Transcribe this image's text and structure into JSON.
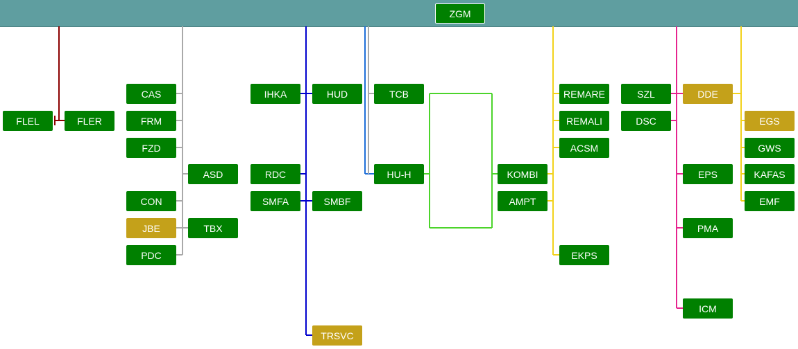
{
  "colors": {
    "header": "#5f9ea0",
    "node_green": "#008000",
    "node_gold": "#c4a11a",
    "dark_red": "#8b0000",
    "gray": "#a9a9a9",
    "blue": "#0000cd",
    "light_blue": "#1e6fd9",
    "lime": "#4cd42b",
    "yellow": "#f2d21b",
    "pink": "#e6248f"
  },
  "root": {
    "id": "zgm",
    "label": "ZGM",
    "color": "green"
  },
  "nodes": [
    {
      "id": "flel",
      "label": "FLEL",
      "color": "green"
    },
    {
      "id": "fler",
      "label": "FLER",
      "color": "green"
    },
    {
      "id": "cas",
      "label": "CAS",
      "color": "green"
    },
    {
      "id": "frm",
      "label": "FRM",
      "color": "green"
    },
    {
      "id": "fzd",
      "label": "FZD",
      "color": "green"
    },
    {
      "id": "con",
      "label": "CON",
      "color": "green"
    },
    {
      "id": "jbe",
      "label": "JBE",
      "color": "gold"
    },
    {
      "id": "pdc",
      "label": "PDC",
      "color": "green"
    },
    {
      "id": "asd",
      "label": "ASD",
      "color": "green"
    },
    {
      "id": "tbx",
      "label": "TBX",
      "color": "green"
    },
    {
      "id": "ihka",
      "label": "IHKA",
      "color": "green"
    },
    {
      "id": "rdc",
      "label": "RDC",
      "color": "green"
    },
    {
      "id": "smfa",
      "label": "SMFA",
      "color": "green"
    },
    {
      "id": "hud",
      "label": "HUD",
      "color": "green"
    },
    {
      "id": "smbf",
      "label": "SMBF",
      "color": "green"
    },
    {
      "id": "trsvc",
      "label": "TRSVC",
      "color": "gold"
    },
    {
      "id": "tcb",
      "label": "TCB",
      "color": "green"
    },
    {
      "id": "hu-h",
      "label": "HU-H",
      "color": "green"
    },
    {
      "id": "kombi",
      "label": "KOMBI",
      "color": "green"
    },
    {
      "id": "ampt",
      "label": "AMPT",
      "color": "green"
    },
    {
      "id": "remare",
      "label": "REMARE",
      "color": "green"
    },
    {
      "id": "remali",
      "label": "REMALI",
      "color": "green"
    },
    {
      "id": "acsm",
      "label": "ACSM",
      "color": "green"
    },
    {
      "id": "ekps",
      "label": "EKPS",
      "color": "green"
    },
    {
      "id": "szl",
      "label": "SZL",
      "color": "green"
    },
    {
      "id": "dsc",
      "label": "DSC",
      "color": "green"
    },
    {
      "id": "dde",
      "label": "DDE",
      "color": "gold"
    },
    {
      "id": "eps",
      "label": "EPS",
      "color": "green"
    },
    {
      "id": "pma",
      "label": "PMA",
      "color": "green"
    },
    {
      "id": "icm",
      "label": "ICM",
      "color": "green"
    },
    {
      "id": "egs",
      "label": "EGS",
      "color": "gold"
    },
    {
      "id": "gws",
      "label": "GWS",
      "color": "green"
    },
    {
      "id": "kafas",
      "label": "KAFAS",
      "color": "green"
    },
    {
      "id": "emf",
      "label": "EMF",
      "color": "green"
    }
  ],
  "buses": [
    {
      "id": "dark-red",
      "color": "dark_red",
      "from": "zgm",
      "to": [
        "fler"
      ]
    },
    {
      "id": "gray",
      "color": "gray",
      "from": "zgm",
      "to": [
        "cas",
        "frm",
        "fzd",
        "asd",
        "con",
        "tbx",
        "pdc"
      ]
    },
    {
      "id": "blue",
      "color": "blue",
      "from": "zgm",
      "to": [
        "ihka",
        "hud",
        "rdc",
        "smfa",
        "smbf",
        "trsvc"
      ]
    },
    {
      "id": "light-blue",
      "color": "light_blue",
      "from": "zgm",
      "to": [
        "hu-h"
      ]
    },
    {
      "id": "gray-2",
      "color": "gray",
      "from": "zgm",
      "to": [
        "tcb"
      ]
    },
    {
      "id": "lime",
      "color": "lime",
      "from": "hu-h",
      "to": [
        "kombi"
      ]
    },
    {
      "id": "yellow",
      "color": "yellow",
      "from": "zgm",
      "to": [
        "remare",
        "remali",
        "acsm",
        "kombi",
        "ampt",
        "ekps"
      ]
    },
    {
      "id": "pink",
      "color": "pink",
      "from": "zgm",
      "to": [
        "szl",
        "dde",
        "dsc",
        "eps",
        "pma",
        "icm"
      ]
    },
    {
      "id": "yellow-2",
      "color": "yellow",
      "from": "zgm",
      "to": [
        "dde",
        "egs",
        "gws",
        "kafas",
        "emf"
      ]
    }
  ]
}
